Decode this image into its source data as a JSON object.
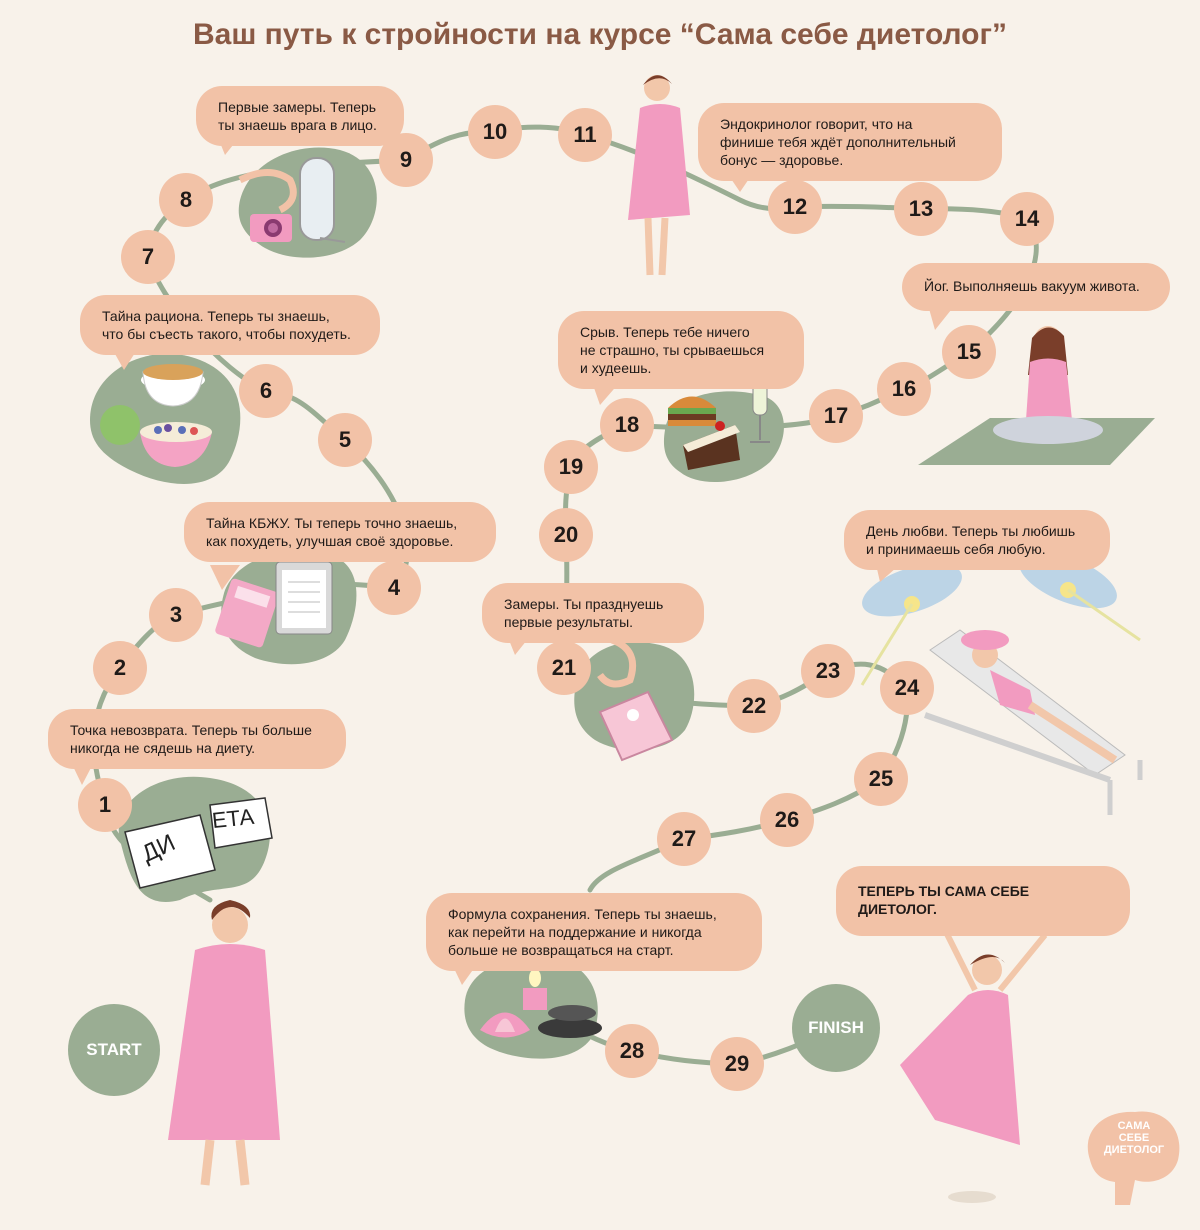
{
  "title": "Ваш путь к стройности на курсе “Сама себе диетолог”",
  "steps": [
    "1",
    "2",
    "3",
    "4",
    "5",
    "6",
    "7",
    "8",
    "9",
    "10",
    "11",
    "12",
    "13",
    "14",
    "15",
    "16",
    "17",
    "18",
    "19",
    "20",
    "21",
    "22",
    "23",
    "24",
    "25",
    "26",
    "27",
    "28",
    "29"
  ],
  "start_label": "START",
  "finish_label": "FINISH",
  "bubbles": {
    "b1": [
      "Точка невозврата. Теперь ты больше",
      "никогда не сядешь на диету."
    ],
    "b3": [
      "Тайна КБЖУ. Ты теперь точно знаешь,",
      "как похудеть, улучшая своё здоровье."
    ],
    "b6": [
      "Тайна рациона. Теперь ты знаешь,",
      "что бы съесть такого, чтобы похудеть."
    ],
    "b9": [
      "Первые замеры. Теперь",
      "ты знаешь врага в лицо."
    ],
    "b12": [
      "Эндокринолог говорит, что на",
      "финише тебя ждёт дополнительный",
      "бонус — здоровье."
    ],
    "b15": [
      "Йог. Выполняешь вакуум живота."
    ],
    "b18": [
      "Срыв. Теперь тебе ничего",
      "не страшно, ты срываешься",
      "и худеешь."
    ],
    "b21": [
      "Замеры. Ты празднуешь",
      "первые результаты."
    ],
    "b24": [
      "День любви. Теперь ты любишь",
      "и принимаешь себя любую."
    ],
    "b28": [
      "Формула сохранения. Теперь ты знаешь,",
      "как перейти на поддержание и никогда",
      "больше не возвращаться на старт."
    ],
    "final": [
      "ТЕПЕРЬ ТЫ САМА СЕБЕ ДИЕТОЛОГ."
    ]
  },
  "paper_words": [
    "ДИ",
    "ЕТА"
  ],
  "logo": [
    "САМА",
    "СЕБЕ",
    "ДИЕТОЛОГ"
  ],
  "colors": {
    "background": "#f8f2ea",
    "path": "#9aad93",
    "node": "#f2c2a7",
    "title": "#8a5a45",
    "dress": "#f29bc0",
    "blob": "#9aad93"
  }
}
